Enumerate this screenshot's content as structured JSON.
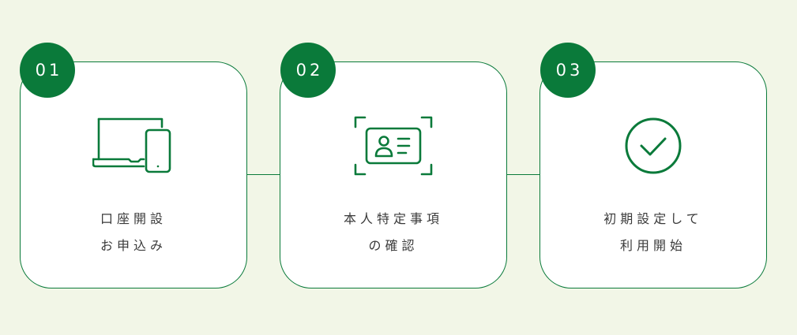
{
  "colors": {
    "background": "#f2f6e7",
    "accent": "#0a7a3a",
    "card": "#ffffff",
    "text": "#3a3a3a"
  },
  "steps": [
    {
      "number": "01",
      "line1": "口座開設",
      "line2": "お申込み",
      "icon": "laptop-smartphone-icon"
    },
    {
      "number": "02",
      "line1": "本人特定事項",
      "line2": "の確認",
      "icon": "id-card-scan-icon"
    },
    {
      "number": "03",
      "line1": "初期設定して",
      "line2": "利用開始",
      "icon": "check-circle-icon"
    }
  ]
}
